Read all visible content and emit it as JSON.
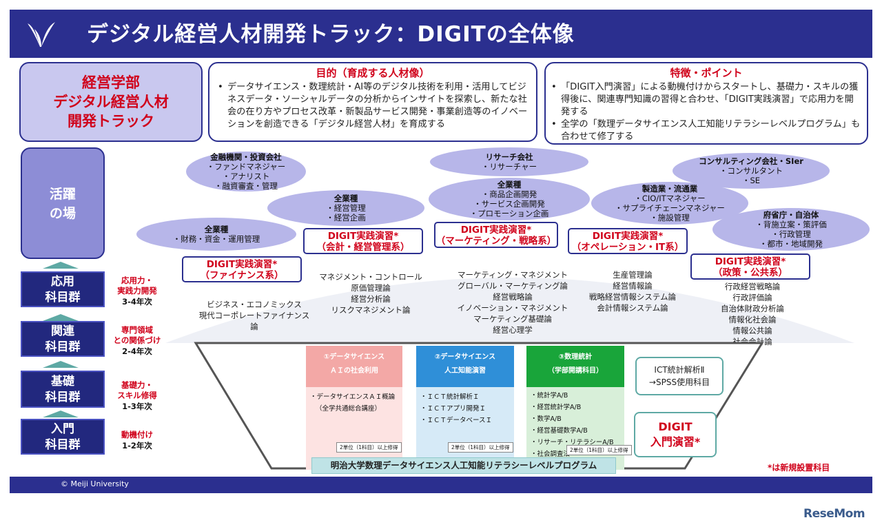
{
  "header": {
    "title": "デジタル経営人材開発トラック：DIGITの全体像"
  },
  "track": {
    "line1": "経営学部",
    "line2": "デジタル経営人材",
    "line3": "開発トラック"
  },
  "purpose": {
    "title": "目的（育成する人材像）",
    "items": [
      "データサイエンス・数理統計・AI等のデジタル技術を利用・活用してビジネスデータ・ソーシャルデータの分析からインサイトを探索し、新たな社会の在り方やプロセス改革・新製品サービス開発・事業創造等のイノベーションを創造できる「デジタル経営人材」を育成する"
    ]
  },
  "features": {
    "title": "特徴・ポイント",
    "items": [
      "「DIGIT入門演習」による動機付けからスタートし、基礎力・スキルの獲得後に、関連専門知識の習得と合わせ、「DIGIT実践演習」で応用力を開発する",
      "全学の「数理データサイエンス人工知能リテラシーレベルプログラム」も合わせて修了する"
    ]
  },
  "field": {
    "label": "活躍\nの場",
    "line1": "活躍",
    "line2": "の場"
  },
  "careers": [
    {
      "head": "金融機関・投資会社",
      "lines": [
        "・ファンドマネジャー",
        "・アナリスト",
        "・融資審査・管理"
      ]
    },
    {
      "head": "リサーチ会社",
      "lines": [
        "・リサーチャー"
      ]
    },
    {
      "head": "コンサルティング会社・SIer",
      "lines": [
        "・コンサルタント",
        "・SE"
      ]
    },
    {
      "head": "全業種",
      "lines": [
        "・経営管理",
        "・経営企画"
      ]
    },
    {
      "head": "全業種",
      "lines": [
        "・商品企画開発",
        "・サービス企画開発",
        "・プロモーション企画"
      ]
    },
    {
      "head": "製造業・流通業",
      "lines": [
        "・CIO/ITマネジャー",
        "・サプライチェーンマネジャー",
        "・施設管理"
      ]
    },
    {
      "head": "全業種",
      "lines": [
        "・財務・資金・運用管理"
      ]
    },
    {
      "head": "府省庁・自治体",
      "lines": [
        "・背施立案・策評価",
        "・行政管理",
        "・都市・地域開発"
      ]
    }
  ],
  "practice": [
    {
      "line1": "DIGIT実践演習*",
      "line2": "（ファイナンス系）"
    },
    {
      "line1": "DIGIT実践演習*",
      "line2": "（会計・経営管理系）"
    },
    {
      "line1": "DIGIT実践演習*",
      "line2": "（マーケティング・戦略系）"
    },
    {
      "line1": "DIGIT実践演習*",
      "line2": "（オペレーション・IT系）"
    },
    {
      "line1": "DIGIT実践演習*",
      "line2": "（政策・公共系）"
    }
  ],
  "related_courses": [
    [
      "ビジネス・エコノミックス",
      "現代コーポレートファイナンス論"
    ],
    [
      "マネジメント・コントロール",
      "原価管理論",
      "経営分析論",
      "リスクマネジメント論"
    ],
    [
      "マーケティング・マネジメント",
      "グローバル・マーケティング論",
      "経営戦略論",
      "イノベーション・マネジメント",
      "マーケティング基礎論",
      "経営心理学"
    ],
    [
      "生産管理論",
      "経営情報論",
      "戦略経営情報システム論",
      "会計情報システム論"
    ],
    [
      "行政経営戦略論",
      "行政評価論",
      "自治体財政分析論",
      "情報化社会論",
      "情報公共論",
      "社会会計論"
    ]
  ],
  "levels": [
    {
      "line1": "応用",
      "line2": "科目群",
      "note1": "応用力・",
      "note2": "実践力開発",
      "year": "3-4年次"
    },
    {
      "line1": "関連",
      "line2": "科目群",
      "note1": "専門領域",
      "note2": "との関係づけ",
      "year": "2-4年次"
    },
    {
      "line1": "基礎",
      "line2": "科目群",
      "note1": "基礎力・",
      "note2": "スキル修得",
      "year": "1-3年次"
    },
    {
      "line1": "入門",
      "line2": "科目群",
      "note1": "動機付け",
      "note2": "",
      "year": "1-2年次"
    }
  ],
  "basic": {
    "col1": {
      "head1": "①データサイエンス",
      "head2": "ＡＩの社会利用",
      "items": [
        "・データサイエンスＡＩ概論",
        "（全学共通総合講座）"
      ],
      "credit": "2単位（1科目）以上修得"
    },
    "col2": {
      "head1": "②データサイエンス",
      "head2": "人工知能演習",
      "items": [
        "・ＩＣＴ統計解析Ｉ",
        "・ＩＣＴアプリ開発Ｉ",
        "・ＩＣＴデータベースＩ"
      ],
      "credit": "2単位（1科目）以上修得"
    },
    "col3": {
      "head1": "③数理統計",
      "head2": "（学部開講科目）",
      "items": [
        "・統計学A/B",
        "・経営統計学A/B",
        "・数学A/B",
        "・経営基礎数学A/B",
        "・リサーチ・リテラシーA/B",
        "・社会調査法"
      ],
      "credit": "2単位（1科目）以上修得"
    },
    "ict": {
      "line1": "ICT統計解析Ⅱ",
      "line2": "→SPSS使用科目"
    },
    "intro": {
      "line1": "DIGIT",
      "line2": "入門演習*"
    },
    "program": "明治大学数理データサイエンス人工知能リテラシーレベルプログラム",
    "new_note": "*は新規設置科目"
  },
  "footer": {
    "copyright": "© Meiji University",
    "brand": "ReseMom"
  },
  "colors": {
    "navy": "#2b2f8f",
    "red": "#d0021b",
    "ellipse": "#b7b6e9",
    "col1": "#f3a8a6",
    "col2": "#2f8fd8",
    "col3": "#19a53a"
  }
}
